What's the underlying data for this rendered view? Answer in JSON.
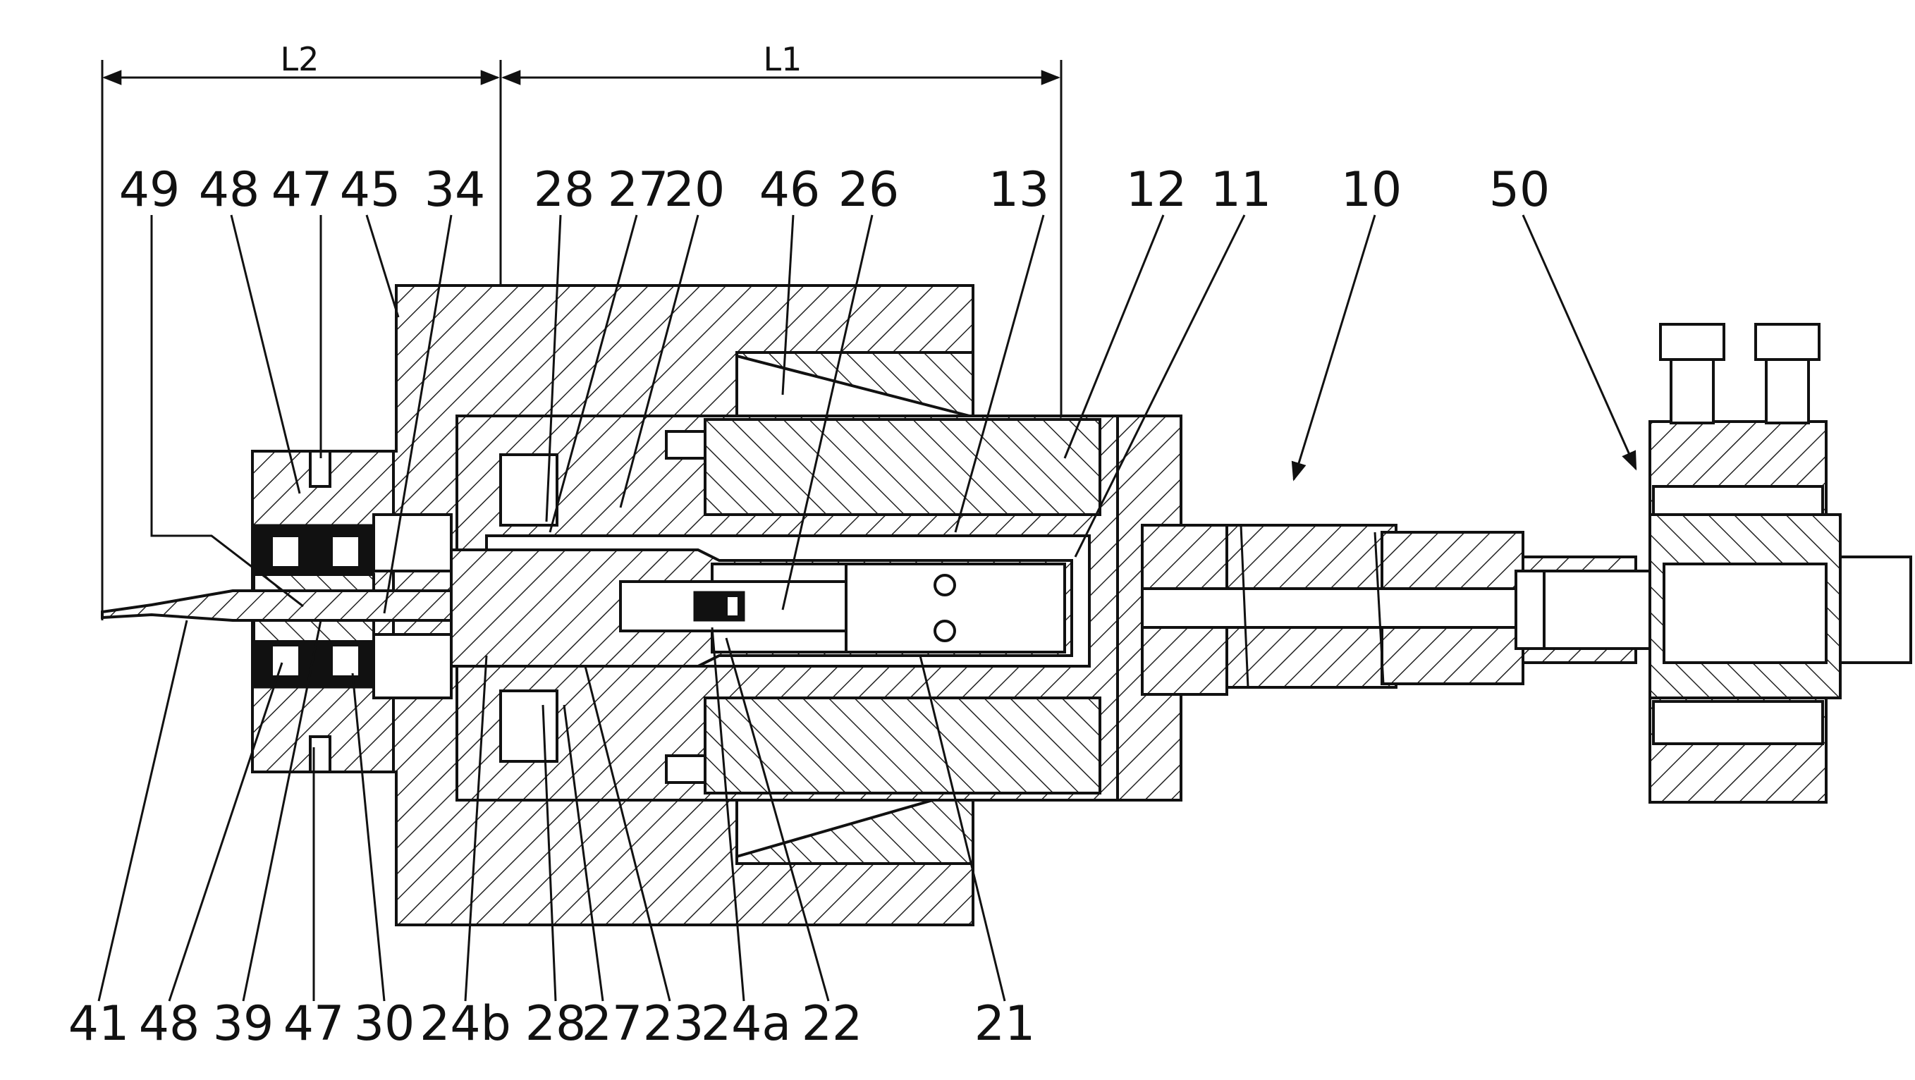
{
  "dimensions": {
    "l2": "L2",
    "l1": "L1"
  },
  "top_labels": [
    "49",
    "48",
    "47",
    "45",
    "34",
    "28",
    "27",
    "20",
    "46",
    "26",
    "13",
    "12",
    "11",
    "10",
    "50"
  ],
  "bottom_labels": [
    "41",
    "48",
    "39",
    "47",
    "30",
    "24b",
    "28",
    "27",
    "23",
    "24a",
    "22",
    "21"
  ]
}
